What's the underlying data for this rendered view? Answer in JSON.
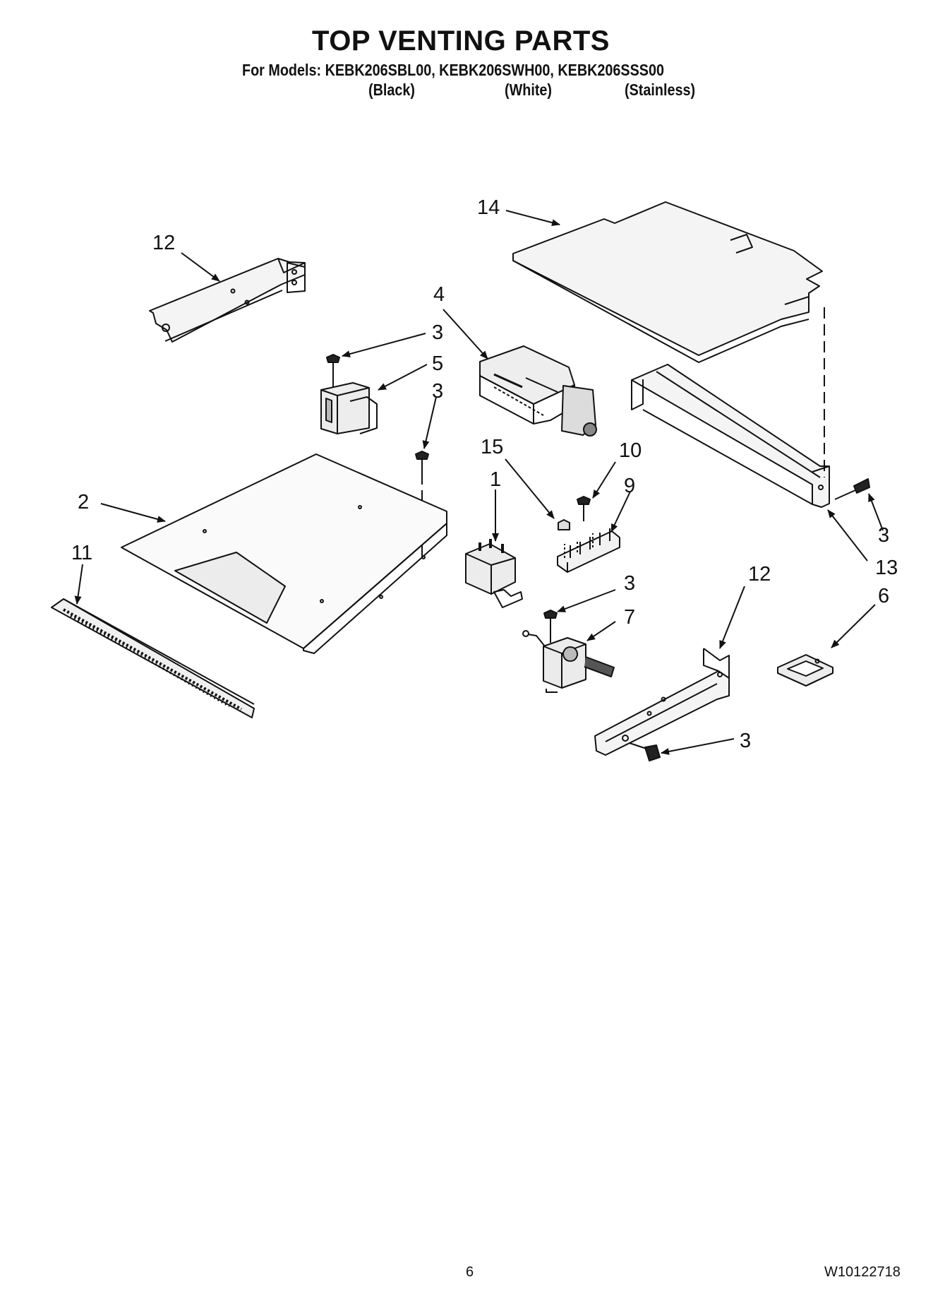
{
  "header": {
    "title": "TOP VENTING PARTS",
    "models": "For Models: KEBK206SBL00, KEBK206SWH00, KEBK206SSS00",
    "variants": [
      "(Black)",
      "(White)",
      "(Stainless)"
    ]
  },
  "callouts": [
    "12",
    "14",
    "4",
    "3",
    "5",
    "3",
    "2",
    "11",
    "15",
    "1",
    "10",
    "9",
    "3",
    "13",
    "12",
    "6",
    "3",
    "7",
    "3"
  ],
  "footer": {
    "page_number": "6",
    "document_number": "W10122718"
  }
}
